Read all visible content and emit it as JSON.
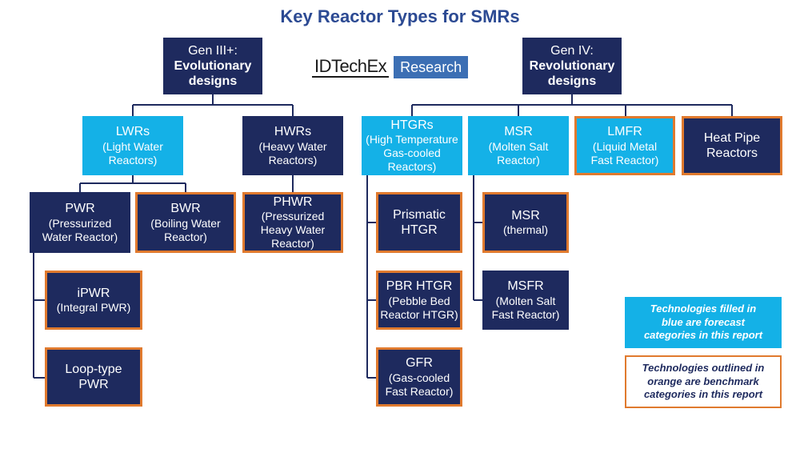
{
  "title": "Key Reactor Types for SMRs",
  "logo": {
    "brand": "IDTechEx",
    "tag": "Research"
  },
  "colors": {
    "navy": "#1e2a5e",
    "light_blue": "#14b1e7",
    "orange": "#e07a2e",
    "title": "#2c4a93"
  },
  "gen3": {
    "line1": "Gen III+:",
    "line2": "Evolutionary",
    "line3": "designs"
  },
  "gen4": {
    "line1": "Gen IV:",
    "line2": "Revolutionary",
    "line3": "designs"
  },
  "lwrs": {
    "abbr": "LWRs",
    "full": "(Light Water Reactors)"
  },
  "hwrs": {
    "abbr": "HWRs",
    "full": "(Heavy Water Reactors)"
  },
  "pwr": {
    "abbr": "PWR",
    "full": "(Pressurized Water Reactor)"
  },
  "bwr": {
    "abbr": "BWR",
    "full": "(Boiling Water Reactor)"
  },
  "phwr": {
    "abbr": "PHWR",
    "full": "(Pressurized Heavy Water Reactor)"
  },
  "ipwr": {
    "abbr": "iPWR",
    "full": "(Integral PWR)"
  },
  "loop_pwr": {
    "label": "Loop-type PWR"
  },
  "htgrs": {
    "abbr": "HTGRs",
    "full": "(High Temperature Gas-cooled Reactors)"
  },
  "msr_main": {
    "abbr": "MSR",
    "full": "(Molten Salt Reactor)"
  },
  "lmfr": {
    "abbr": "LMFR",
    "full": "(Liquid Metal Fast Reactor)"
  },
  "heat_pipe": {
    "label": "Heat Pipe Reactors"
  },
  "prismatic": {
    "label": "Prismatic HTGR"
  },
  "pbr": {
    "abbr": "PBR HTGR",
    "full": "(Pebble Bed Reactor HTGR)"
  },
  "gfr": {
    "abbr": "GFR",
    "full": "(Gas-cooled Fast Reactor)"
  },
  "msr_thermal": {
    "abbr": "MSR",
    "full": "(thermal)"
  },
  "msfr": {
    "abbr": "MSFR",
    "full": "(Molten Salt Fast Reactor)"
  },
  "legend": {
    "filled": "Technologies filled in blue are forecast categories in this report",
    "outlined": "Technologies outlined in orange are benchmark categories in this report"
  }
}
